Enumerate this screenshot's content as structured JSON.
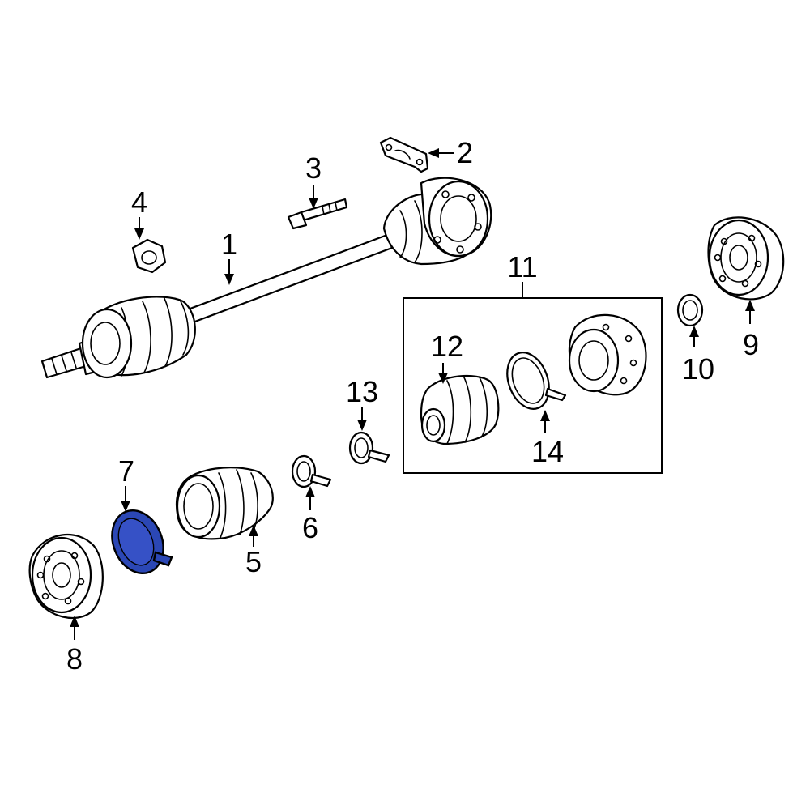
{
  "callouts": {
    "c1": "1",
    "c2": "2",
    "c3": "3",
    "c4": "4",
    "c5": "5",
    "c6": "6",
    "c7": "7",
    "c8": "8",
    "c9": "9",
    "c10": "10",
    "c11": "11",
    "c12": "12",
    "c13": "13",
    "c14": "14"
  },
  "highlighted_part": "7",
  "colors": {
    "highlight": "#2b47b5",
    "line": "#000000",
    "background": "#ffffff"
  }
}
